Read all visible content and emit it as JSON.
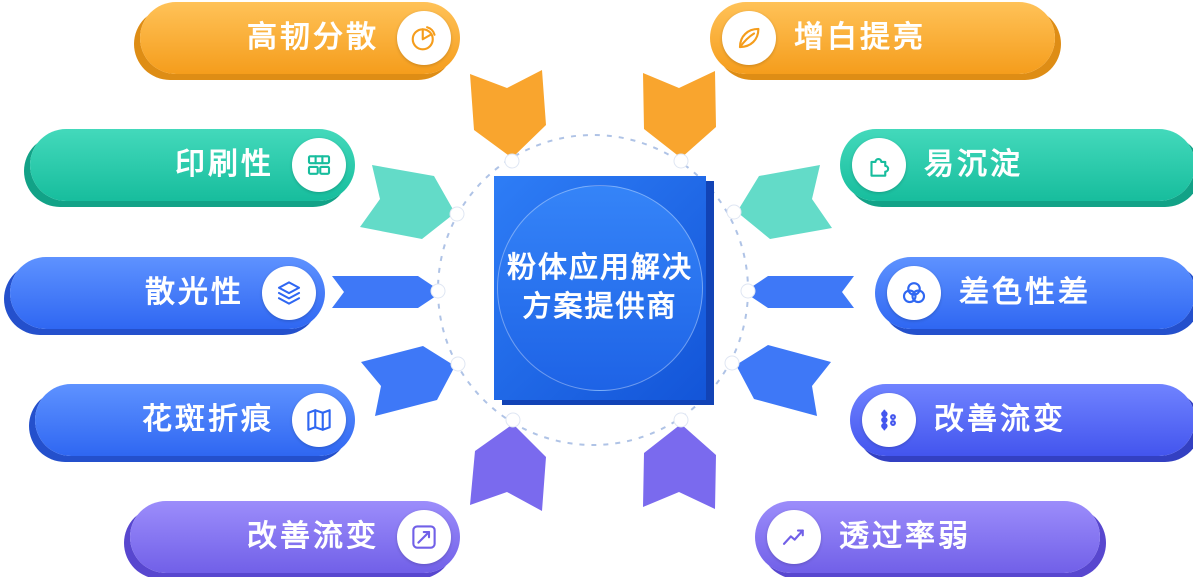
{
  "center": {
    "title_line1": "粉体应用解决",
    "title_line2": "方案提供商"
  },
  "left_items": [
    {
      "label": "高韧分散",
      "icon": "pie-chart-icon",
      "color": "#F59D1C",
      "color_dark": "#DE8D15"
    },
    {
      "label": "印刷性",
      "icon": "printing-press-icon",
      "color": "#17BD9D",
      "color_dark": "#12A287"
    },
    {
      "label": "散光性",
      "icon": "layers-icon",
      "color": "#2F67F2",
      "color_dark": "#2450CC"
    },
    {
      "label": "花斑折痕",
      "icon": "map-icon",
      "color": "#2F67F2",
      "color_dark": "#2450CC"
    },
    {
      "label": "改善流变",
      "icon": "trend-edit-icon",
      "color": "#7160E8",
      "color_dark": "#5847CF"
    }
  ],
  "right_items": [
    {
      "label": "增白提亮",
      "icon": "leaf-icon",
      "color": "#F59D1C",
      "color_dark": "#DE8D15"
    },
    {
      "label": "易沉淀",
      "icon": "puzzle-icon",
      "color": "#17BD9D",
      "color_dark": "#12A287"
    },
    {
      "label": "差色性差",
      "icon": "color-circles-icon",
      "color": "#2F67F2",
      "color_dark": "#2450CC"
    },
    {
      "label": "改善流变",
      "icon": "flow-nodes-icon",
      "color": "#4355EE",
      "color_dark": "#3340C2"
    },
    {
      "label": "透过率弱",
      "icon": "line-chart-icon",
      "color": "#7160E8",
      "color_dark": "#5847CF"
    }
  ],
  "colors": {
    "arrow_orange": "#F9A52E",
    "arrow_teal": "#63DBC8",
    "arrow_blue": "#3E78F7",
    "arrow_purple": "#7A6AEE",
    "dashed_ring": "#AFC3E6",
    "connector_dot": "#FFFFFF",
    "center_square_from": "#2E7DF6",
    "center_square_to": "#1355D8"
  }
}
